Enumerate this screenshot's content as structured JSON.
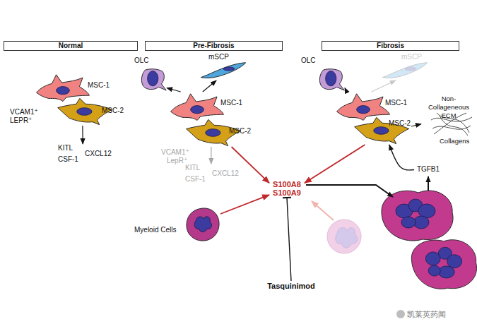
{
  "diagram": {
    "nodes": [
      {
        "text": [
          "Normal"
        ]
      },
      {
        "text": [
          "Pre-Fibrosis"
        ]
      },
      {
        "text": [
          "Fibrosis"
        ]
      },
      {
        "text": [
          "MSC-1"
        ]
      },
      {
        "text": [
          "MSC-2"
        ]
      },
      {
        "text": [
          "KITL",
          "CXCL12",
          "CSF-1"
        ]
      },
      {
        "text": [
          "OLC"
        ]
      },
      {
        "text": [
          "mSCP"
        ]
      },
      {
        "text": [
          "MSC-1"
        ]
      },
      {
        "text": [
          "MSC-2"
        ]
      },
      {
        "text": [
          "KITL",
          "CXCL12",
          "CSF-1"
        ]
      },
      {
        "text": [
          "Myeloid Cells"
        ]
      },
      {
        "text": [
          "S100A8 S100A9"
        ]
      },
      {
        "text": [
          "Tasquinimod"
        ]
      },
      {
        "text": [
          "OLC"
        ]
      },
      {
        "text": [
          "mSCP"
        ]
      },
      {
        "text": [
          "MSC-1"
        ]
      },
      {
        "text": [
          "MSC-2"
        ]
      },
      {
        "text": [
          "Non-Collageneous ECM",
          "Collagens"
        ]
      },
      {
        "text": [
          "TGFB1"
        ]
      }
    ],
    "edges": [
      {
        "from": 4,
        "to": 5,
        "arrow": "to"
      },
      {
        "from": 8,
        "to": 6,
        "arrow": "to"
      },
      {
        "from": 8,
        "to": 7,
        "arrow": "to"
      },
      {
        "from": 9,
        "to": 10,
        "arrow": "to"
      },
      {
        "from": 9,
        "to": 12,
        "arrow": "to"
      },
      {
        "from": 11,
        "to": 12,
        "arrow": "to"
      },
      {
        "from": 13,
        "to": 12,
        "arrow": "to"
      },
      {
        "from": 16,
        "to": 14,
        "arrow": "to"
      },
      {
        "from": 16,
        "to": 15,
        "arrow": "to"
      },
      {
        "from": 17,
        "to": 18,
        "arrow": "to"
      },
      {
        "from": 17,
        "to": 12,
        "arrow": "to"
      },
      {
        "from": 19,
        "to": 17,
        "arrow": "to"
      }
    ],
    "labels": [
      "VCAM1⁺",
      "LEPR⁺",
      "VCAM1⁺",
      "LepR⁺",
      "凯莱英药闻"
    ]
  }
}
